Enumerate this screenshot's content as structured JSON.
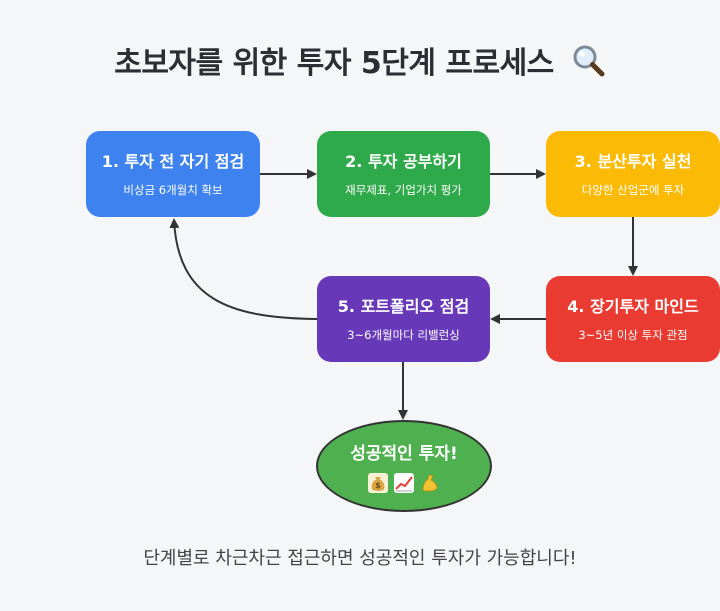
{
  "title": "초보자를 위한 투자 5단계 프로세스",
  "title_icon": "magnifier-icon",
  "steps": [
    {
      "title": "1. 투자 전 자기 점검",
      "sub": "비상금 6개월치 확보",
      "color": "#3d82ef"
    },
    {
      "title": "2. 투자 공부하기",
      "sub": "재무제표, 기업가치 평가",
      "color": "#2faa4a"
    },
    {
      "title": "3. 분산투자 실천",
      "sub": "다양한 산업군에 투자",
      "color": "#fbba06"
    },
    {
      "title": "4. 장기투자 마인드",
      "sub": "3~5년 이상 투자 관점",
      "color": "#e93b32"
    },
    {
      "title": "5. 포트폴리오 점검",
      "sub": "3~6개월마다 리밸런싱",
      "color": "#6739b8"
    }
  ],
  "goal": {
    "title": "성공적인 투자!",
    "icons": [
      "money-bag-icon",
      "chart-up-icon",
      "flexed-arm-icon"
    ],
    "color": "#4fb04f"
  },
  "footer": "단계별로 차근차근 접근하면 성공적인 투자가 가능합니다!"
}
